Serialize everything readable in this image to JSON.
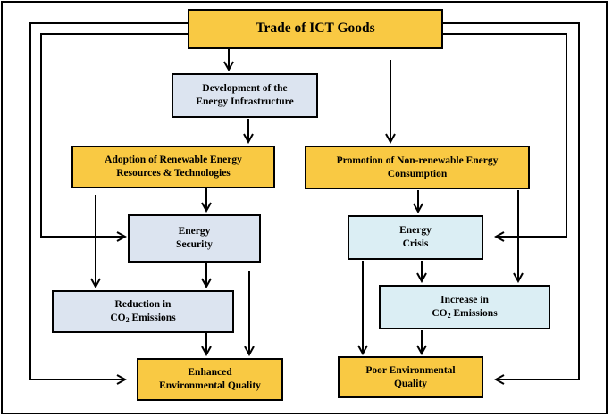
{
  "diagram": {
    "title": "Trade of ICT Goods",
    "development_line1": "Development of the",
    "development_line2": "Energy Infrastructure",
    "renewable_line1": "Adoption of Renewable Energy",
    "renewable_line2": "Resources & Technologies",
    "nonrenewable_line1": "Promotion of Non-renewable Energy",
    "nonrenewable_line2": "Consumption",
    "security_line1": "Energy",
    "security_line2": "Security",
    "crisis_line1": "Energy",
    "crisis_line2": "Crisis",
    "reduction_line1": "Reduction in",
    "reduction_co": "CO",
    "reduction_sub": "2",
    "reduction_rest": " Emissions",
    "increase_line1": "Increase in",
    "increase_co": "CO",
    "increase_sub": "2",
    "increase_rest": " Emissions",
    "enhanced_line1": "Enhanced",
    "enhanced_line2": "Environmental Quality",
    "poor_line1": "Poor Environmental",
    "poor_line2": "Quality"
  },
  "colors": {
    "yellow": "#f9c943",
    "blue": "#dce4f0",
    "teal": "#dbeef4"
  }
}
